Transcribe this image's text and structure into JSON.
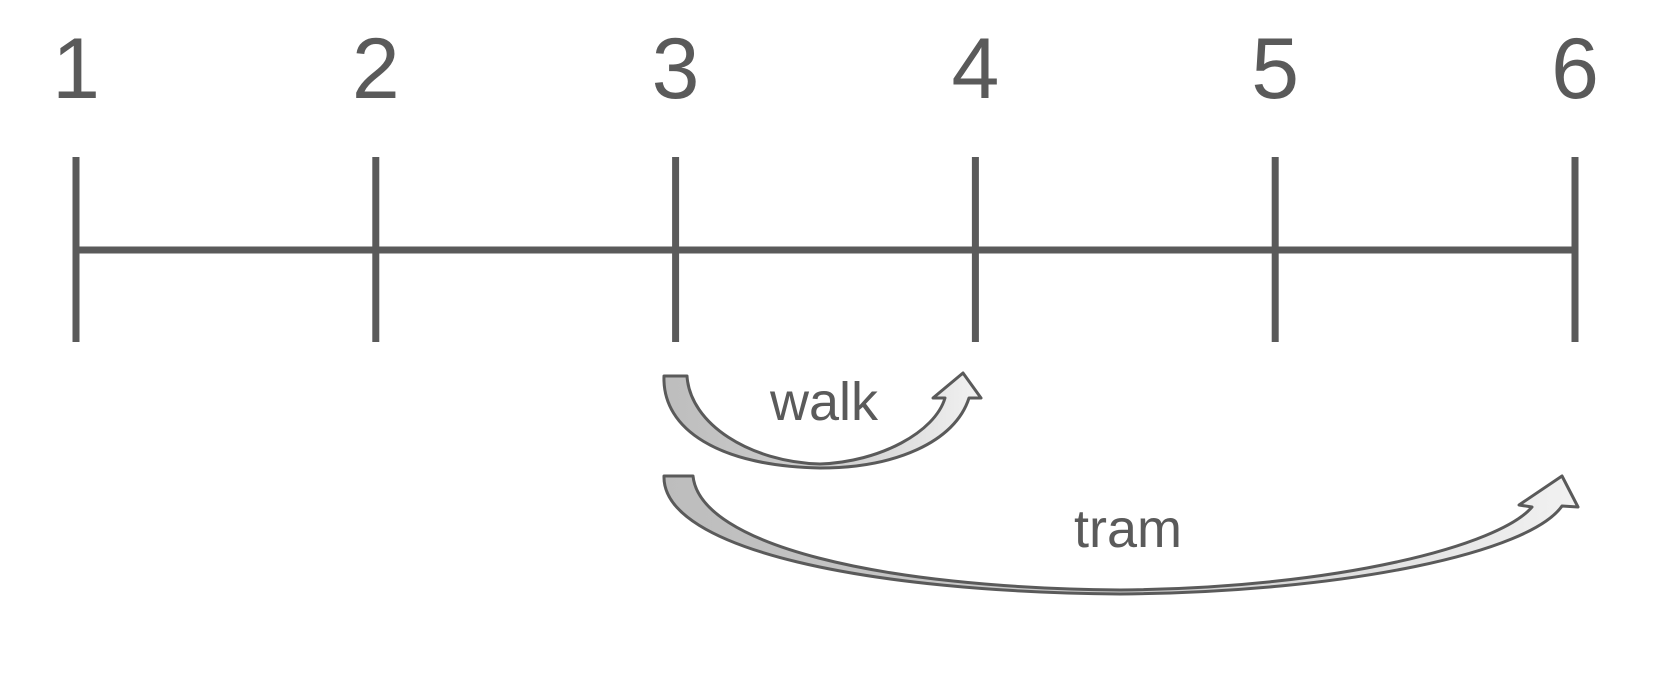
{
  "number_line": {
    "ticks": [
      "1",
      "2",
      "3",
      "4",
      "5",
      "6"
    ],
    "min": 1,
    "max": 6
  },
  "jumps": [
    {
      "label": "walk",
      "from": 3,
      "to": 4
    },
    {
      "label": "tram",
      "from": 3,
      "to": 6
    }
  ],
  "colors": {
    "line": "#5a5a5a",
    "arrow_dark": "#c0c0c0",
    "arrow_light": "#f0f0f0",
    "background": "#ffffff"
  }
}
